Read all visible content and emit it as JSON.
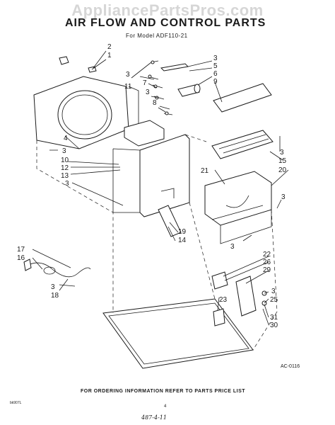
{
  "watermark": "AppliancePartsPros.com",
  "title": "AIR FLOW AND CONTROL PARTS",
  "model_line": "For Model  ADF110-21",
  "diagram_code": "AC-0116",
  "footer_note": "FOR ORDERING INFORMATION REFER TO PARTS PRICE LIST",
  "page_code": "bk907L",
  "page_number": "4",
  "handwritten_note": "487-4-11",
  "callouts": {
    "c2": "2",
    "c1": "1",
    "c3a": "3",
    "c5": "5",
    "c6": "6",
    "c9": "9",
    "c3b": "3",
    "c11": "11",
    "c7": "7",
    "c3c": "3",
    "c8": "8",
    "c4": "4",
    "c3d": "3",
    "c10": "10",
    "c12": "12",
    "c13": "13",
    "c3e": "3",
    "c3f": "3",
    "c15": "15",
    "c21": "21",
    "c20": "20",
    "c3g": "3",
    "c19": "19",
    "c14": "14",
    "c3h": "3",
    "c17": "17",
    "c16": "16",
    "c3i": "3",
    "c18": "18",
    "c22": "22",
    "c26": "26",
    "c29": "29",
    "c3j": "3",
    "c25": "25",
    "c23": "23",
    "c31": "31",
    "c30": "30"
  }
}
